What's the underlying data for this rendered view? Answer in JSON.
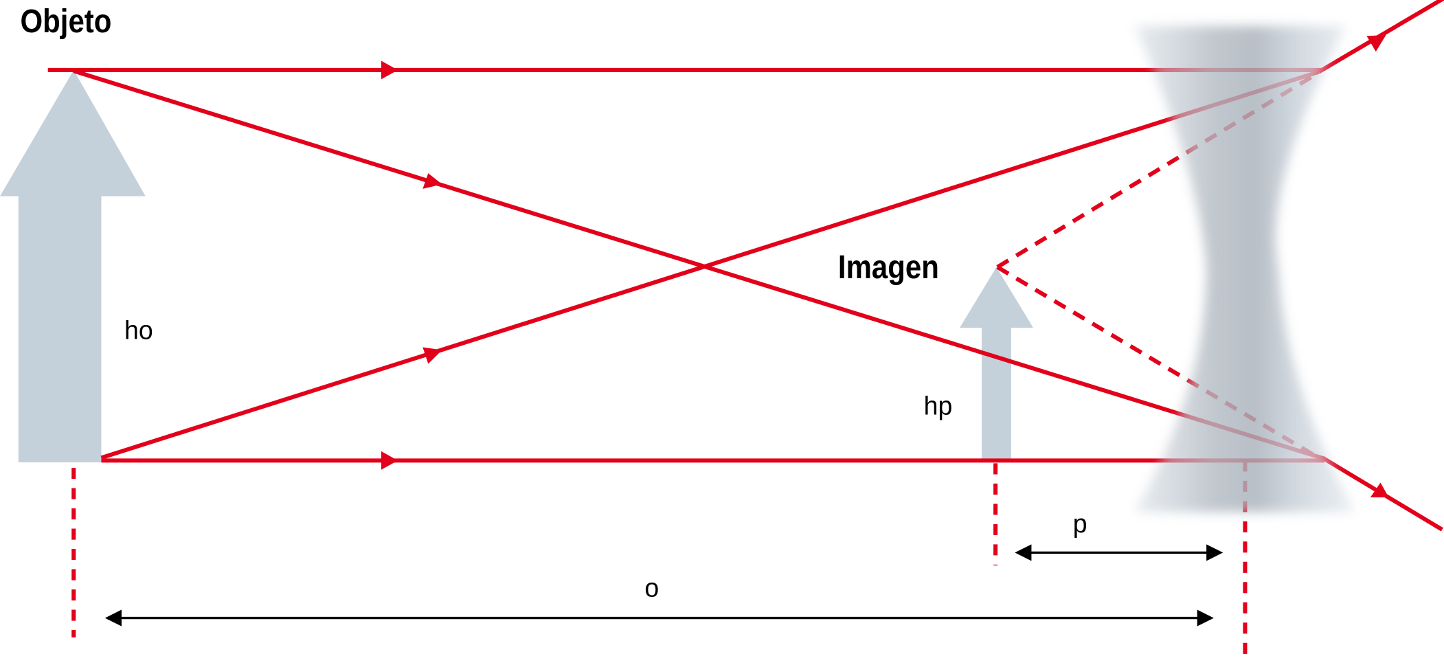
{
  "labels": {
    "object": "Objeto",
    "image": "Imagen",
    "object_height": "ho",
    "image_height": "hp",
    "object_distance": "o",
    "image_distance": "p"
  },
  "colors": {
    "ray": "#e2001a",
    "arrow_fill": "#c4d1da",
    "lens": "#b4bcc4",
    "dimension": "#000000"
  }
}
